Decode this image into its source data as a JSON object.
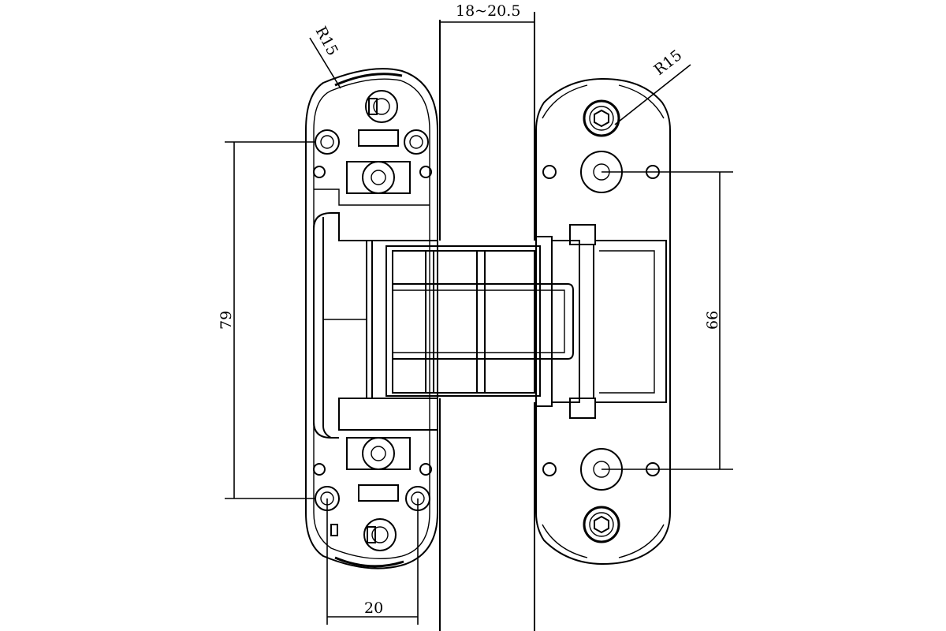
{
  "dimensions": {
    "gap": "18~20.5",
    "radius_left": "R15",
    "radius_right": "R15",
    "height_left": "79",
    "height_right": "66",
    "width_bottom": "20"
  }
}
